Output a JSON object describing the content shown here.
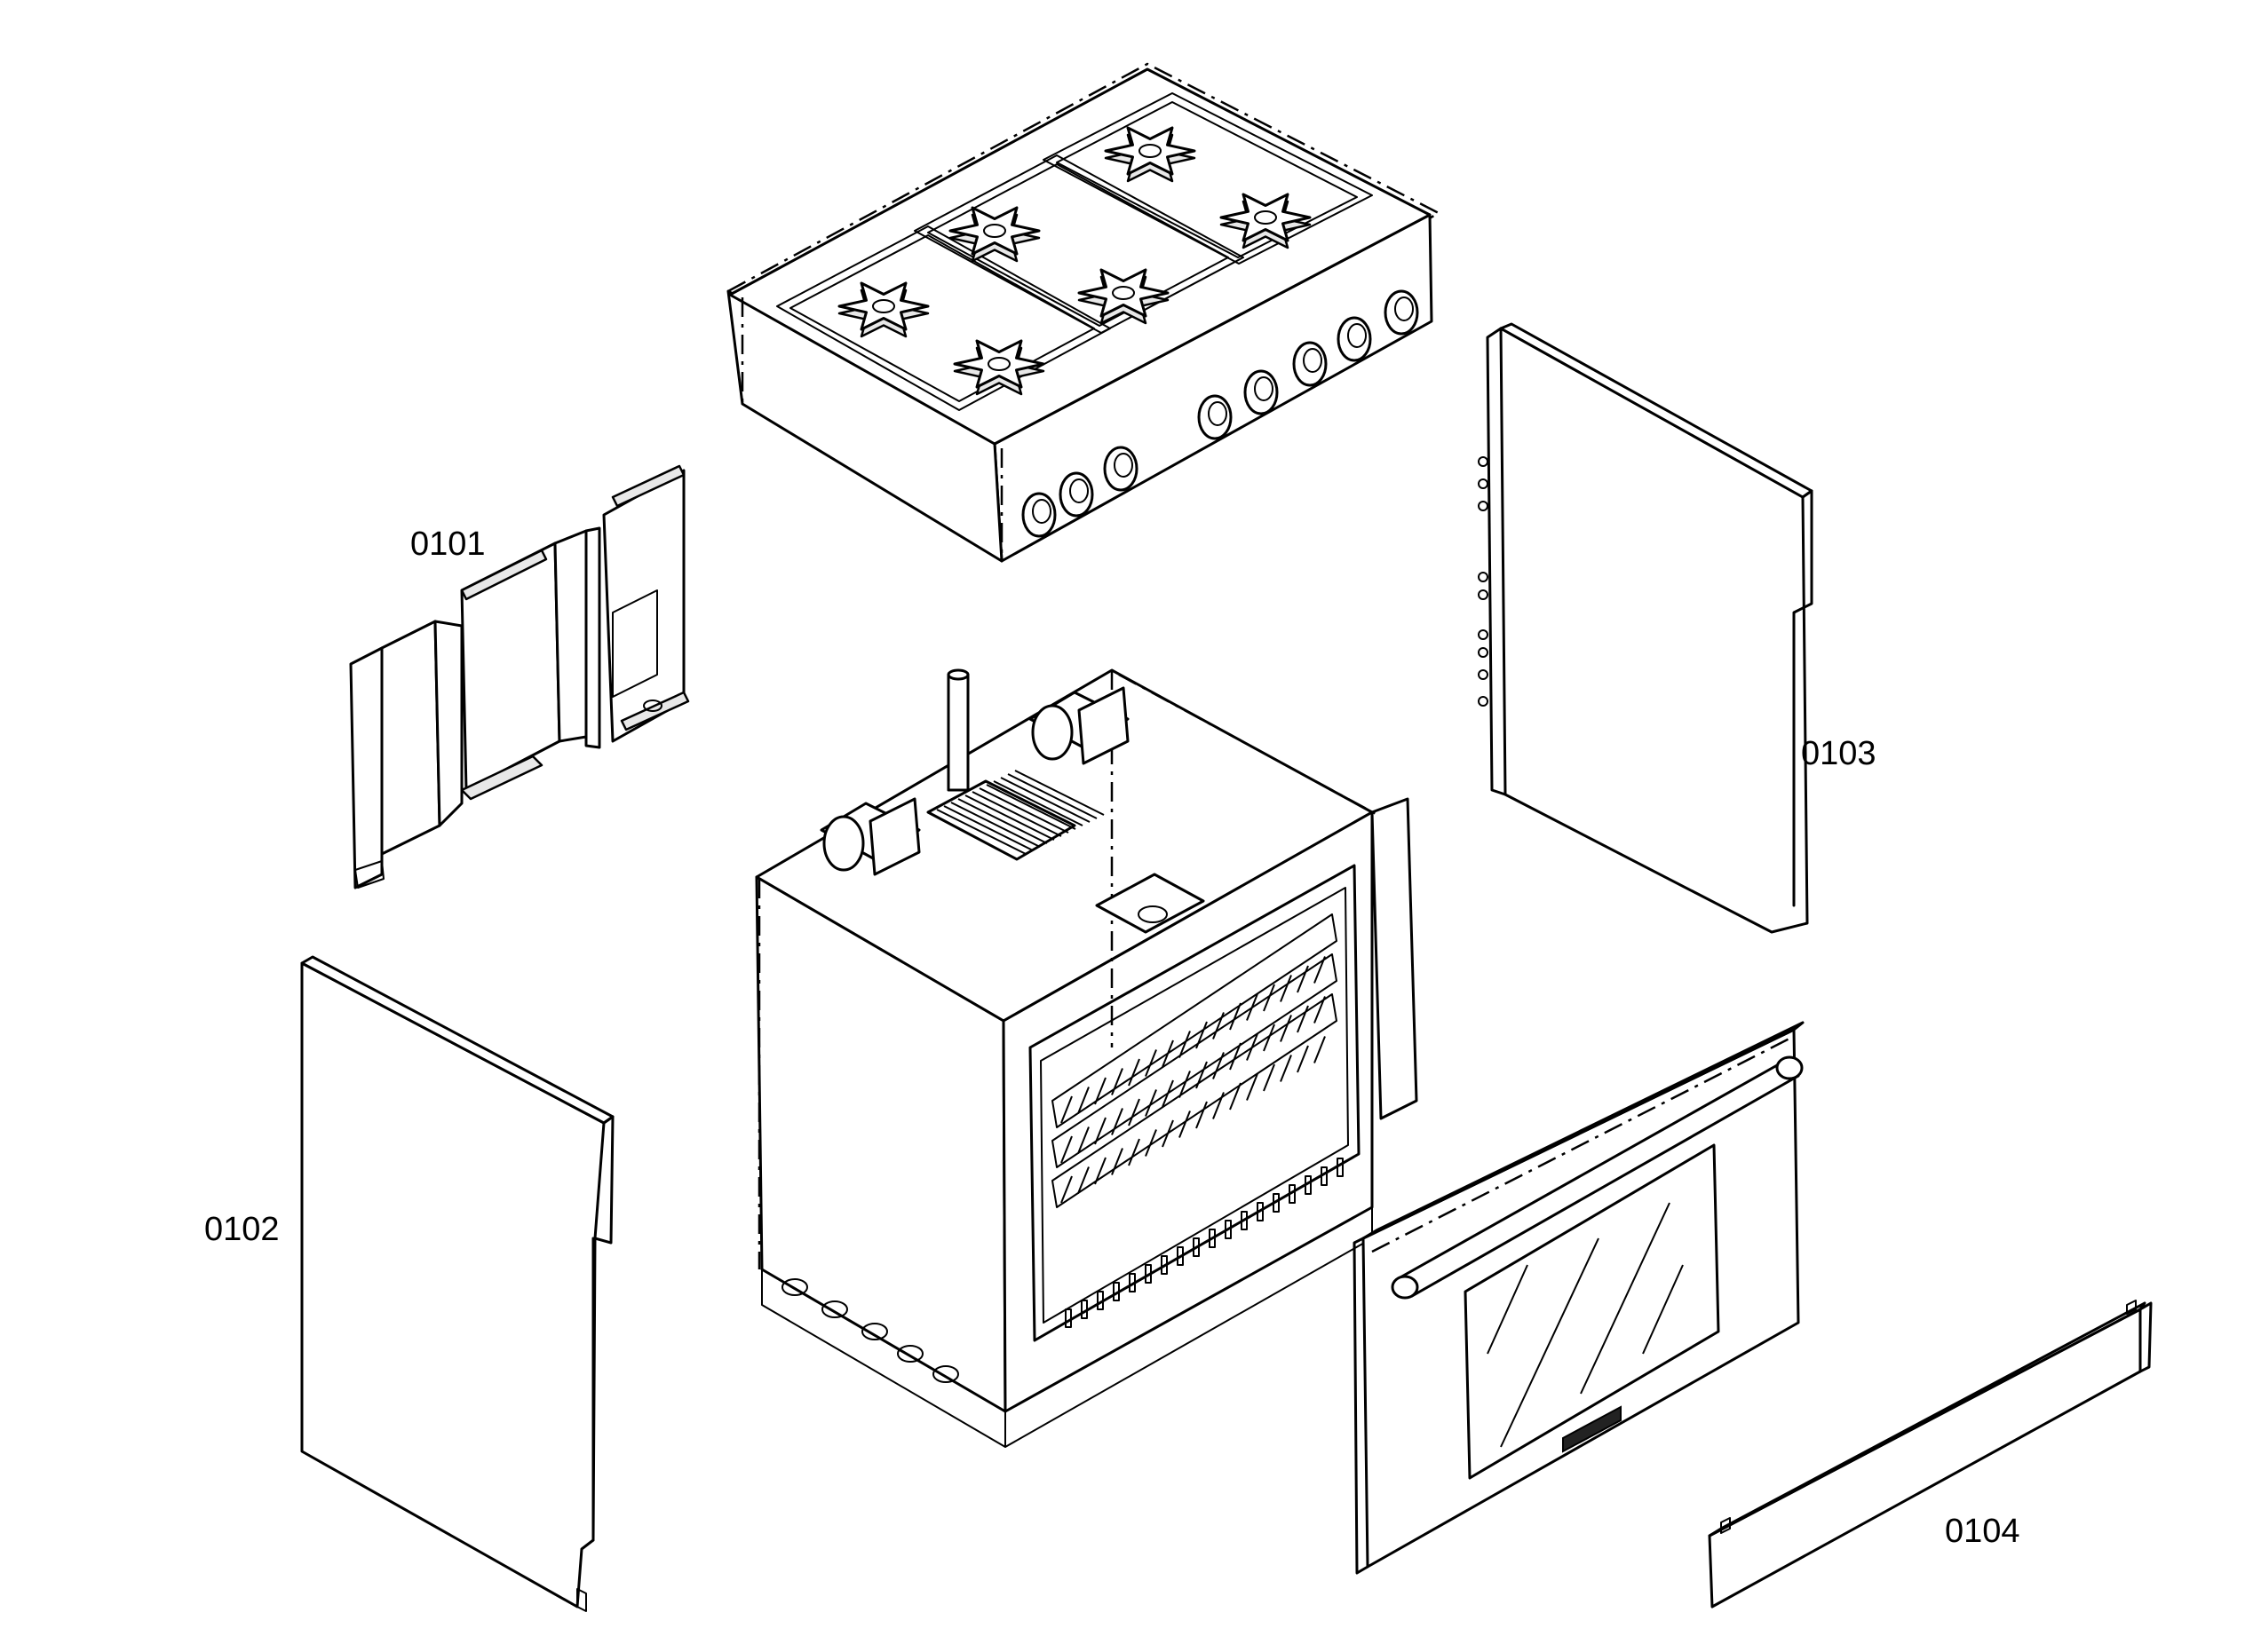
{
  "parts": [
    {
      "id": "cooktop",
      "label": ""
    },
    {
      "id": "rear-panel",
      "label": "0101"
    },
    {
      "id": "left-side-panel",
      "label": "0102"
    },
    {
      "id": "right-side-panel",
      "label": "0103"
    },
    {
      "id": "oven-body",
      "label": ""
    },
    {
      "id": "oven-door",
      "label": ""
    },
    {
      "id": "kick-panel",
      "label": "0104"
    }
  ],
  "labels": {
    "rear_panel": "0101",
    "left_side_panel": "0102",
    "right_side_panel": "0103",
    "kick_panel": "0104"
  },
  "colors": {
    "line": "#000000",
    "background": "#ffffff"
  }
}
